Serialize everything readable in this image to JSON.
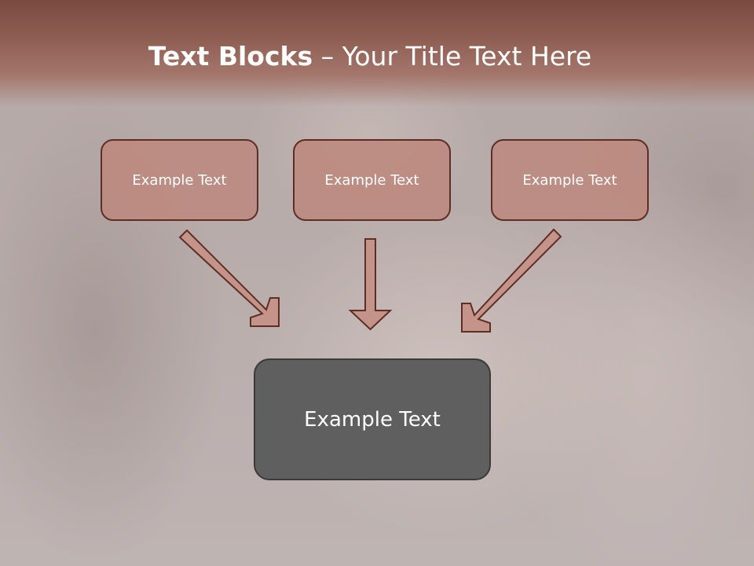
{
  "title": {
    "bold": "Text Blocks",
    "rest": " – Your Title Text Here"
  },
  "blocks": [
    {
      "label": "Example Text"
    },
    {
      "label": "Example Text"
    },
    {
      "label": "Example Text"
    }
  ],
  "result": {
    "label": "Example Text"
  },
  "colors": {
    "title_band": "#8e5d52",
    "small_box_fill": "#bc8a80",
    "box_border": "#5e2e25",
    "big_box_fill": "#5f5f5f",
    "arrow_fill": "#c4948a"
  }
}
